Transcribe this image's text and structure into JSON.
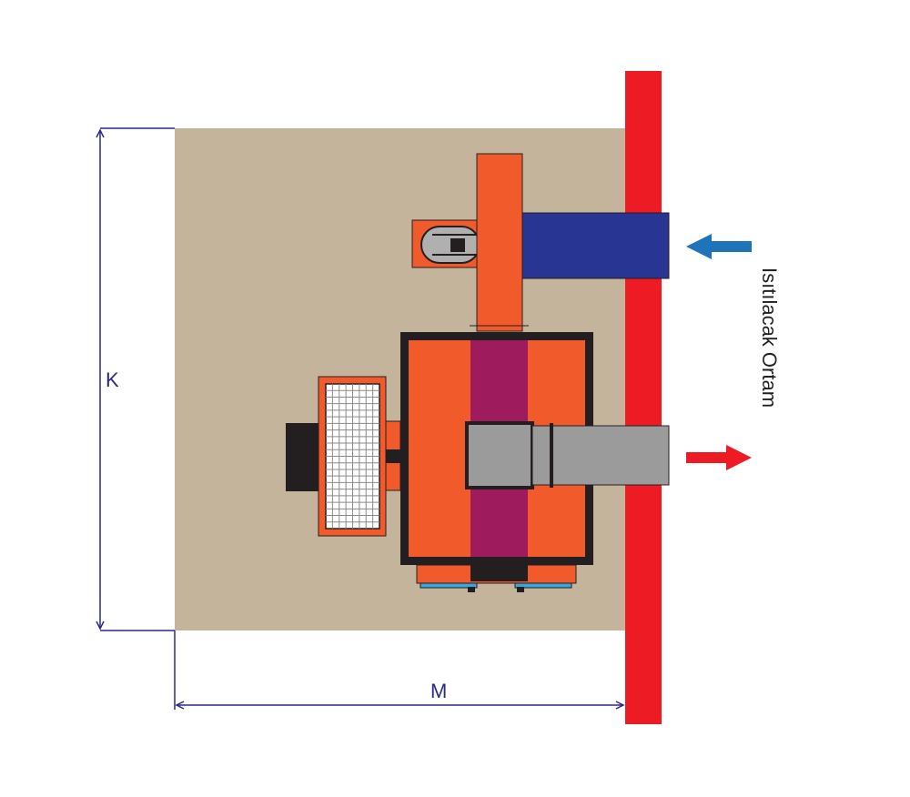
{
  "labels": {
    "dim_k": "K",
    "dim_m": "M",
    "heated_space": "Isıtılacak Ortam"
  },
  "colors": {
    "floor": "#c4b49c",
    "wall": "#ed1c24",
    "machine_orange": "#f15a2b",
    "center_band": "#9e1b5e",
    "duct_gray": "#9b9b9b",
    "intake_duct": "#283593",
    "intake_arrow": "#1f74b9",
    "outlet_arrow": "#ed1c24",
    "dimension_line": "#2a2a8a",
    "panel_accent": "#3aa7d8",
    "frame": "#231f20"
  },
  "icons": {
    "intake_arrow": "arrow-left-icon",
    "outlet_arrow": "arrow-right-icon"
  }
}
